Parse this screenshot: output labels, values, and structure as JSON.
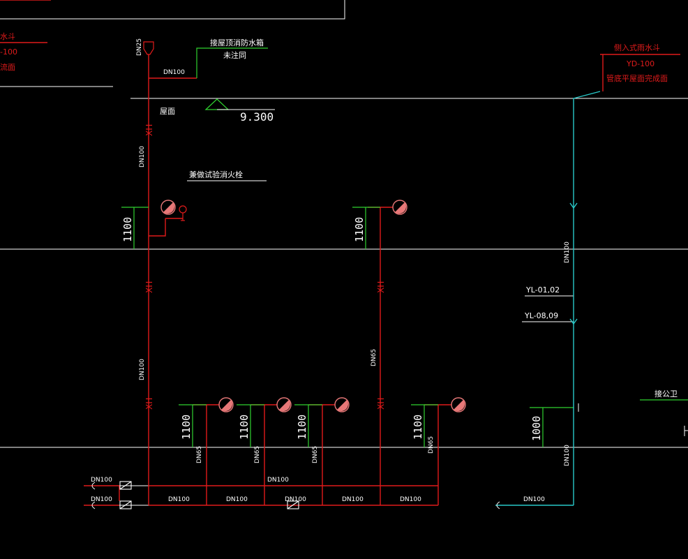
{
  "colors": {
    "background": "#000000",
    "pipe_red": "#e01b1b",
    "dim_green": "#2fd12f",
    "pipe_cyan": "#28c8c8",
    "line_white": "#ffffff",
    "hydrant_fill": "#e87878"
  },
  "labels": {
    "top_left_1": "水斗",
    "top_left_2": "-100",
    "top_left_3": "流面",
    "roof_tank_1": "接屋顶消防水箱",
    "roof_tank_2": "未注同",
    "right_top_1": "侧入式雨水斗",
    "right_top_2": "YD-100",
    "right_top_3": "管底平屋面完成面",
    "roof": "屋面",
    "elev_roof": "9.300",
    "test_hydrant": "兼做试验消火栓",
    "yl_a": "YL-01,02",
    "yl_b": "YL-08,09",
    "connect_public": "接公卫",
    "xh": "XH",
    "dn25": "DN25",
    "dn100": "DN100",
    "dn65": "DN65",
    "dim_1100": "1100",
    "dim_1000": "1000"
  },
  "icons": [
    "hydrant-icon",
    "valve-icon",
    "pressure-gauge-icon",
    "flow-arrow-icon",
    "elevation-marker-icon"
  ]
}
